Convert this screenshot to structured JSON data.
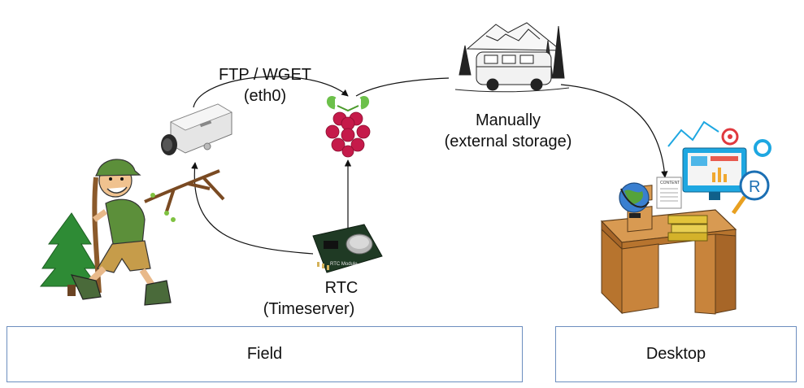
{
  "labels": {
    "ftp_line1": "FTP / WGET",
    "ftp_line2": "(eth0)",
    "manual_line1": "Manually",
    "manual_line2": "(external storage)",
    "rtc_line1": "RTC",
    "rtc_line2": "(Timeserver)",
    "rtc_module_text": "RTC Module",
    "content_text": "CONTENT",
    "r_logo_text": "R"
  },
  "regions": {
    "field": "Field",
    "desktop": "Desktop"
  },
  "icons": {
    "hiker": "hiker-icon",
    "camera": "camera-icon",
    "raspberry_pi": "raspberry-pi-icon",
    "rtc_module": "rtc-module-icon",
    "van_scene": "van-mountain-icon",
    "desk": "desk-icon",
    "globe": "globe-icon",
    "books": "books-icon",
    "document": "document-icon",
    "monitor": "monitor-icon",
    "magnifier": "magnifier-r-icon"
  },
  "colors": {
    "box_border": "#6c8ebf",
    "raspberry": "#c51a4a",
    "leaf": "#6cc04a",
    "desk_wood": "#c8843c",
    "monitor": "#1ea7e1"
  }
}
